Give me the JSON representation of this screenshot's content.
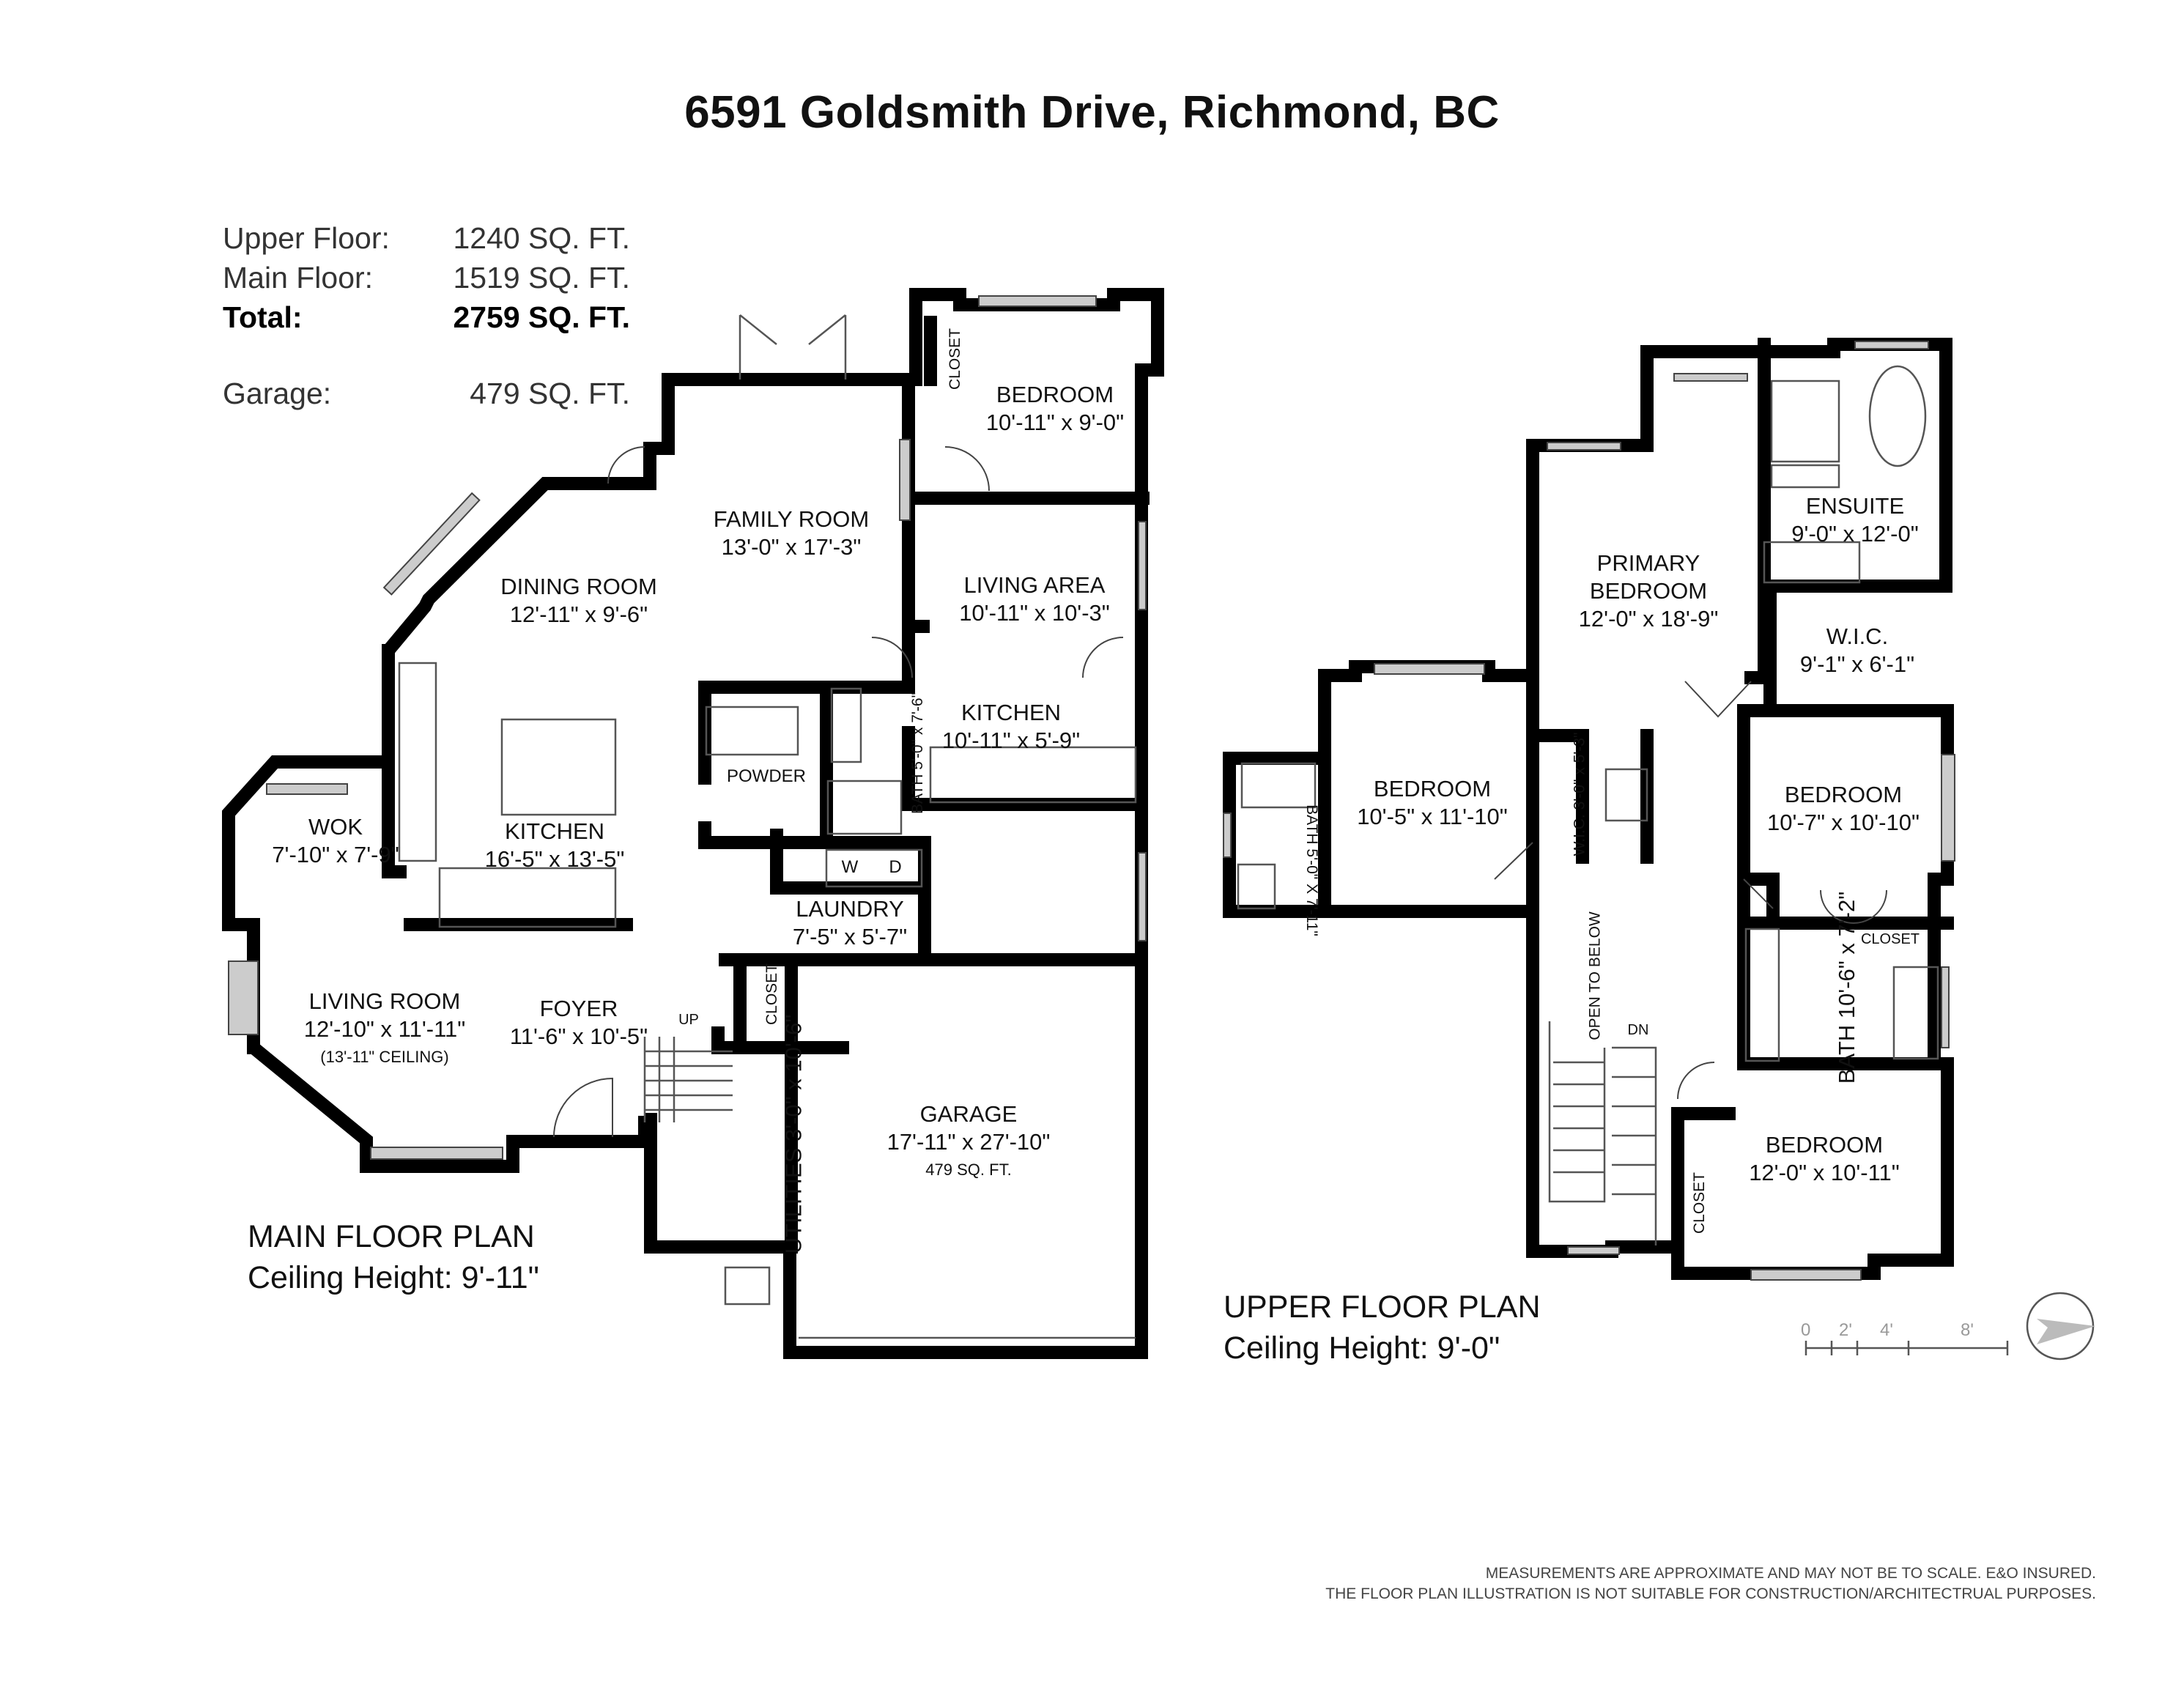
{
  "title": "6591 Goldsmith Drive, Richmond, BC",
  "areas": {
    "upper": {
      "label": "Upper Floor:",
      "value": "1240 SQ. FT."
    },
    "main": {
      "label": "Main Floor:",
      "value": "1519 SQ. FT."
    },
    "total": {
      "label": "Total:",
      "value": "2759 SQ. FT."
    },
    "garage": {
      "label": "Garage:",
      "value": "479 SQ. FT."
    }
  },
  "main_floor": {
    "title": "MAIN FLOOR PLAN",
    "ceiling": "Ceiling Height: 9'-11\"",
    "rooms": {
      "bedroom": {
        "name": "BEDROOM",
        "dim": "10'-11\" x 9'-0\""
      },
      "family": {
        "name": "FAMILY ROOM",
        "dim": "13'-0\" x 17'-3\""
      },
      "dining": {
        "name": "DINING ROOM",
        "dim": "12'-11\" x 9'-6\""
      },
      "living_area": {
        "name": "LIVING AREA",
        "dim": "10'-11\" x 10'-3\""
      },
      "kitchen2": {
        "name": "KITCHEN",
        "dim": "10'-11\" x 5'-9\""
      },
      "wok": {
        "name": "WOK",
        "dim": "7'-10\" x 7'-9\""
      },
      "kitchen": {
        "name": "KITCHEN",
        "dim": "16'-5\" x 13'-5\""
      },
      "powder": {
        "name": "POWDER"
      },
      "bath": {
        "name": "BATH",
        "dim": "5'-0\" x 7'-6\""
      },
      "laundry": {
        "name": "LAUNDRY",
        "dim": "7'-5\" x 5'-7\""
      },
      "living_room": {
        "name": "LIVING ROOM",
        "dim": "12'-10\" x  11'-11\"",
        "note": "(13'-11\" CEILING)"
      },
      "foyer": {
        "name": "FOYER",
        "dim": "11'-6\" x 10'-5\""
      },
      "utilities": {
        "name": "UTILITIES",
        "dim": "3'-0\" x 10'-6\""
      },
      "garage": {
        "name": "GARAGE",
        "dim": "17'-11\"  x 27'-10\"",
        "note": "479 SQ. FT."
      }
    },
    "closet": "CLOSET",
    "closet2": "CLOSET",
    "up": "UP",
    "washer": "W",
    "dryer": "D"
  },
  "upper_floor": {
    "title": "UPPER FLOOR PLAN",
    "ceiling": "Ceiling Height: 9'-0\"",
    "rooms": {
      "ensuite": {
        "name": "ENSUITE",
        "dim": "9'-0\" x 12'-0\""
      },
      "primary": {
        "name1": "PRIMARY",
        "name2": "BEDROOM",
        "dim": "12'-0\" x 18'-9\""
      },
      "wic": {
        "name": "W.I.C.",
        "dim": "9'-1\" x 6'-1\""
      },
      "bedroom_w": {
        "name": "BEDROOM",
        "dim": "10'-5\" x 11'-10\""
      },
      "wic_small": {
        "name": "W.I.C.",
        "dim": "3'-0\" x 5'-3\""
      },
      "bath_w": {
        "name": "BATH",
        "dim": "5'-0\" X 7'-11\""
      },
      "bedroom_e": {
        "name": "BEDROOM",
        "dim": "10'-7\" x 10'-10\""
      },
      "bath_e": {
        "name": "BATH",
        "dim": "10'-6\" x 7'-2\""
      },
      "bedroom_s": {
        "name": "BEDROOM",
        "dim": "12'-0\" x 10'-11\""
      },
      "open_below": {
        "name1": "OPEN TO",
        "name2": "BELOW"
      }
    },
    "closet": "CLOSET",
    "closet2": "CLOSET",
    "dn": "DN"
  },
  "scale": {
    "t0": "0",
    "t1": "2'",
    "t2": "4'",
    "t3": "8'"
  },
  "disclaimer": {
    "line1": "MEASUREMENTS ARE APPROXIMATE AND MAY NOT BE TO SCALE. E&O INSURED.",
    "line2": "THE FLOOR PLAN ILLUSTRATION IS NOT SUITABLE FOR CONSTRUCTION/ARCHITECTRUAL PURPOSES."
  }
}
